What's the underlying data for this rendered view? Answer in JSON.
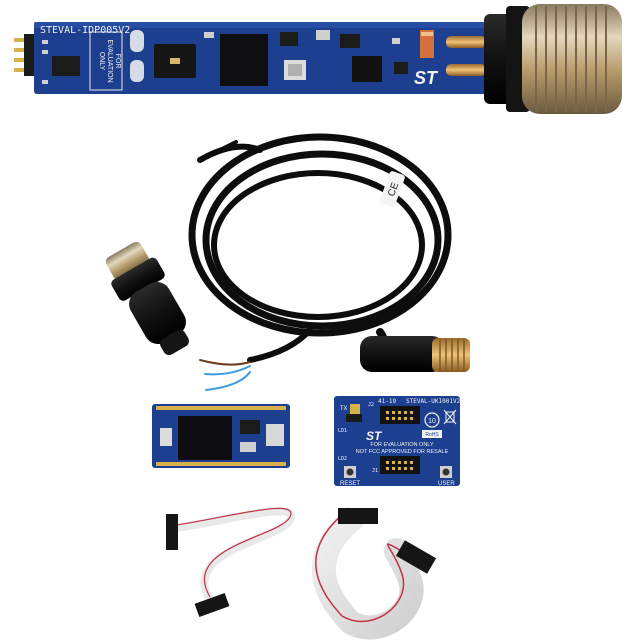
{
  "scene": {
    "background": "#ffffff",
    "pcb_color": "#1d3f8f",
    "cable_color": "#0d0d0d",
    "brass_color": "#c9a25a"
  },
  "probe_board": {
    "model_label": "STEVAL-IDP005V2",
    "eval_line1": "FOR",
    "eval_line2": "EVALUATION",
    "eval_line3": "ONLY",
    "logo": "ST"
  },
  "cable": {
    "ce_mark": "CE"
  },
  "interface_board": {
    "model_label": "STEVAL-UKI001V2",
    "pin_label": "41-19",
    "tx_label": "TX",
    "j2_label": "J2",
    "ld1_label": "LD1",
    "ld2_label": "LD2",
    "j1_label": "J1",
    "badge_10": "10",
    "rohs_label": "RoHS",
    "logo": "ST",
    "notice_line1": "FOR EVALUATION ONLY",
    "notice_line2": "NOT FCC APPROVED FOR RESALE",
    "reset_label": "RESET",
    "user_label": "USER"
  }
}
